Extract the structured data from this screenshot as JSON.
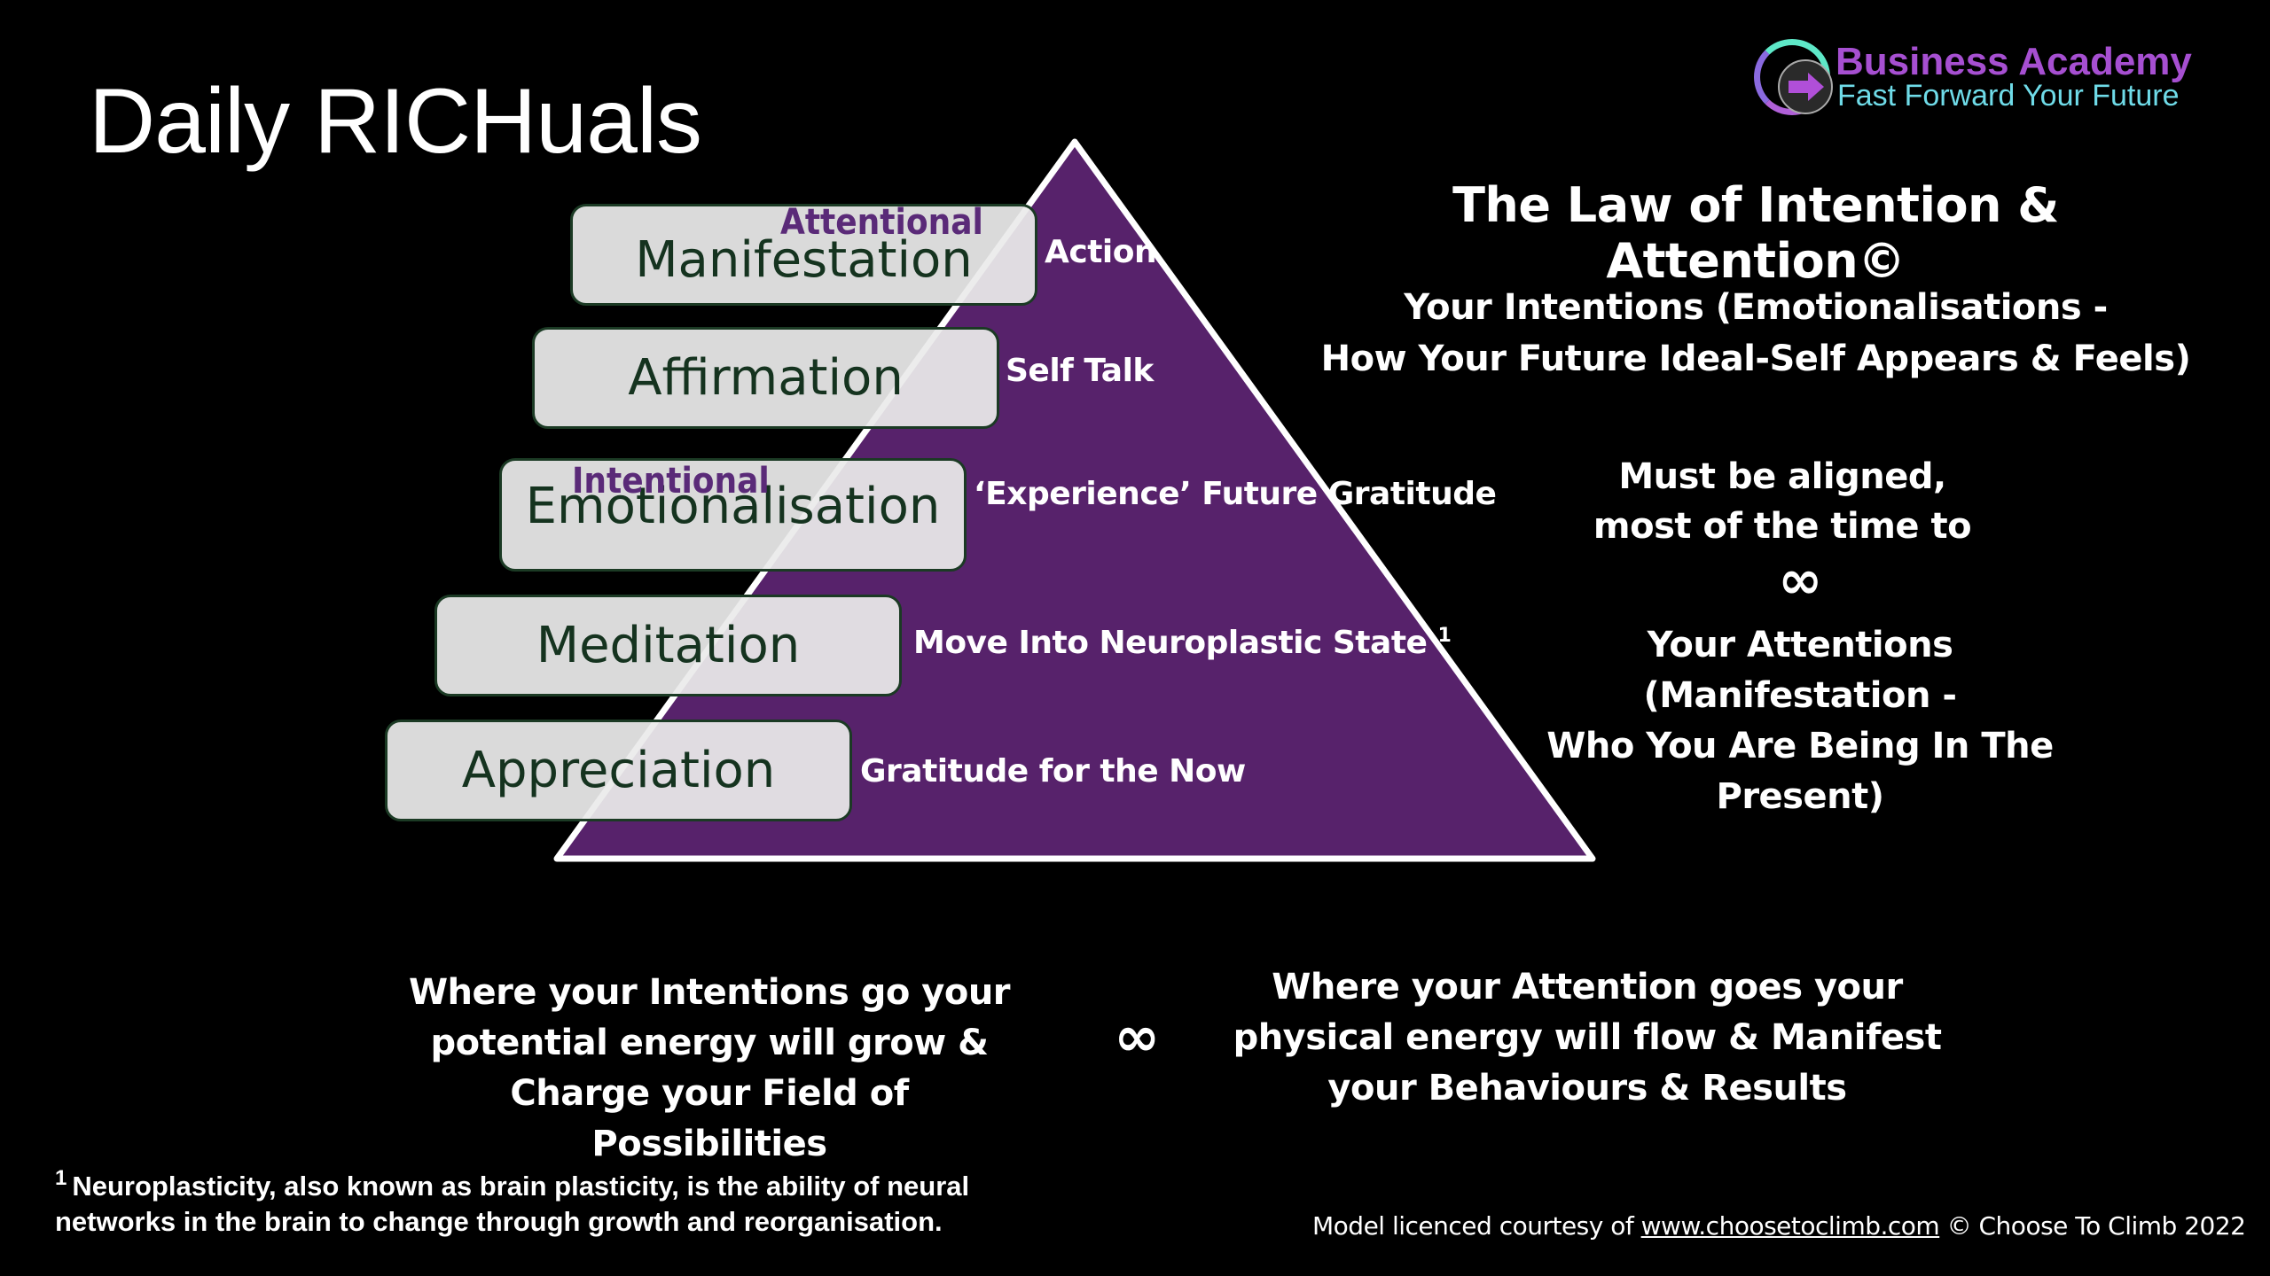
{
  "slide": {
    "title": "Daily RICHuals"
  },
  "logo": {
    "icon": "forward-arrow-ring-icon",
    "name": "Business Academy",
    "tagline": "Fast Forward Your Future",
    "colors": {
      "name": "#a64fd1",
      "tagline": "#6fdbe8"
    }
  },
  "pyramid": {
    "fill": "#57226b",
    "outline": "#ffffff",
    "levels": [
      {
        "box": "Manifestation",
        "label": "Action"
      },
      {
        "box": "Affirmation",
        "label": "Self Talk"
      },
      {
        "box": "Emotionalisation",
        "label": "‘Experience’ Future Gratitude"
      },
      {
        "box": "Meditation",
        "label": "Move Into Neuroplastic State",
        "footnote_ref": "1"
      },
      {
        "box": "Appreciation",
        "label": "Gratitude for the Now"
      }
    ],
    "tags": {
      "attentional": "Attentional",
      "intentional": "Intentional"
    }
  },
  "law": {
    "title": "The Law of Intention & Attention©",
    "intentions_line1": "Your Intentions (Emotionalisations -",
    "intentions_line2": "How Your Future Ideal-Self Appears & Feels)",
    "aligned_line1": "Must be aligned,",
    "aligned_line2": "most of the time to",
    "infinity": "∞",
    "attentions_line1": "Your Attentions",
    "attentions_line2": "(Manifestation -",
    "attentions_line3": "Who You Are Being In The",
    "attentions_line4": "Present)"
  },
  "bottom": {
    "left_line1": "Where your Intentions go your",
    "left_line2": "potential energy will grow &",
    "left_line3": "Charge your Field of Possibilities",
    "infinity": "∞",
    "right_line1": "Where your Attention goes your",
    "right_line2": "physical energy will flow & Manifest",
    "right_line3": "your Behaviours & Results"
  },
  "footnote": {
    "marker": "1",
    "line1": "Neuroplasticity, also known as brain plasticity, is the ability of neural",
    "line2": "networks in the brain to change through growth and reorganisation."
  },
  "credit": {
    "prefix": "Model licenced courtesy of",
    "link": "www.choosetoclimb.com",
    "suffix": "© Choose To Climb 2022"
  }
}
